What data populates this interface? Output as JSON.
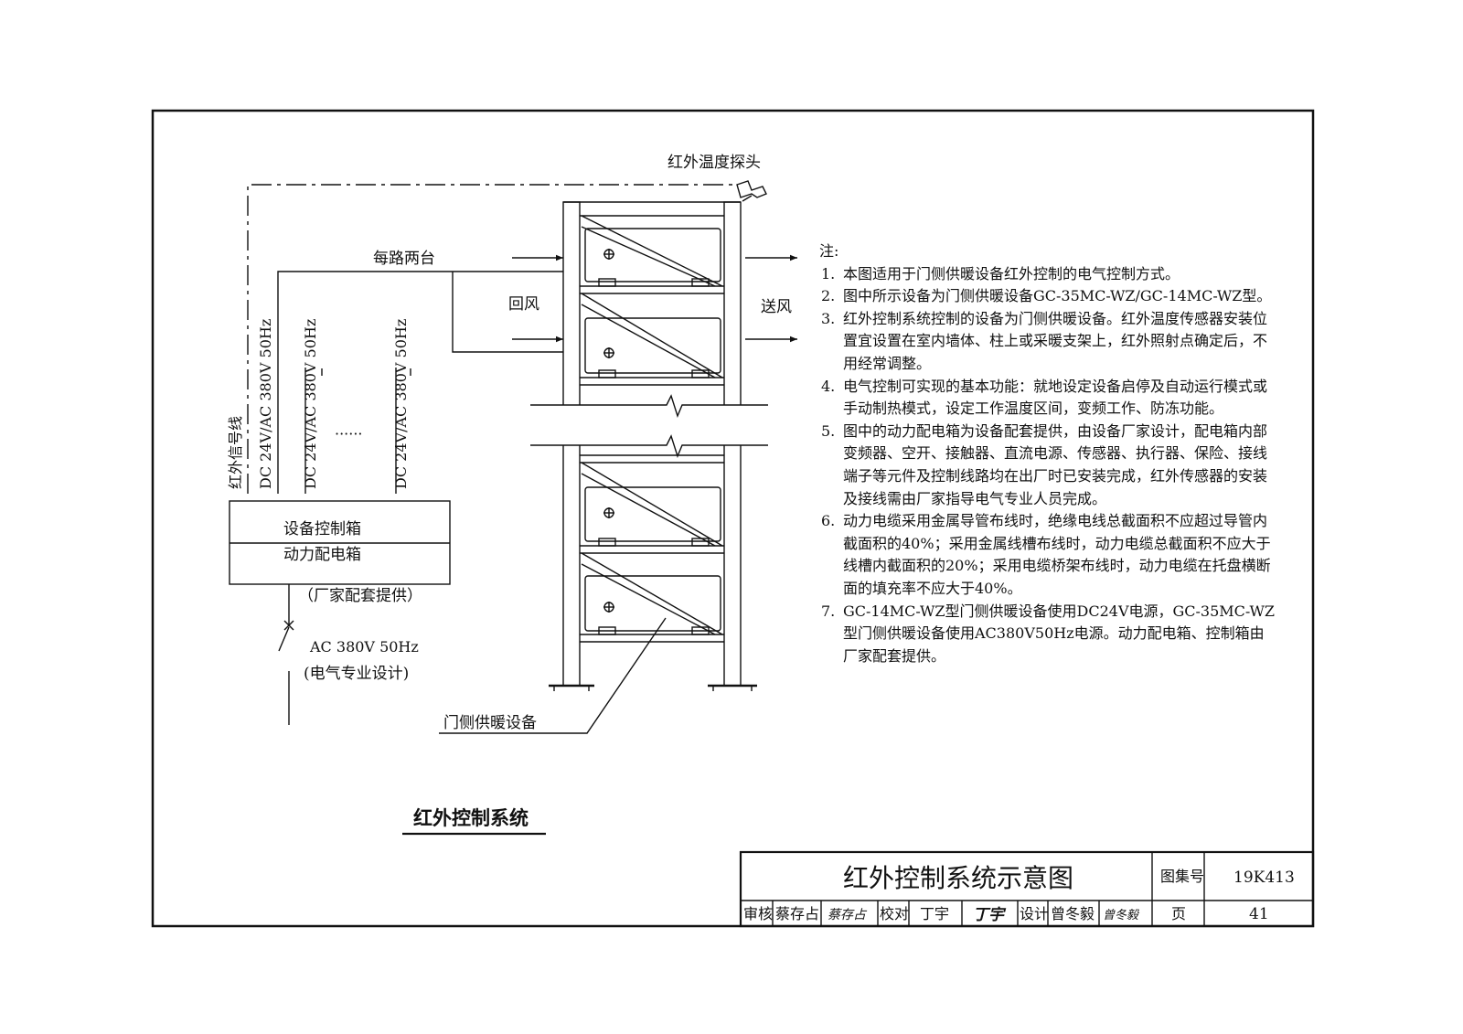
{
  "diagram": {
    "probe_label": "红外温度探头",
    "each_two_label": "每路两台",
    "return_air_label": "回风",
    "supply_air_label": "送风",
    "cable_ir_signal": "红外信号线",
    "cable_1": "DC 24V/AC 380V 50Hz",
    "cable_2": "DC 24V/AC 380V 50Hz",
    "cable_3": "DC 24V/AC 380V 50Hz",
    "ellipsis": "······",
    "control_box": "设备控制箱",
    "power_box": "动力配电箱",
    "vendor_supply": "（厂家配套提供）",
    "power_supply": "AC 380V 50Hz",
    "electrical_design": "(电气专业设计)",
    "equipment_label": "门侧供暖设备",
    "caption": "红外控制系统"
  },
  "notes": {
    "heading": "注:",
    "items": [
      {
        "num": "1.",
        "text": "本图适用于门侧供暖设备红外控制的电气控制方式。"
      },
      {
        "num": "2.",
        "text": "图中所示设备为门侧供暖设备GC-35MC-WZ/GC-14MC-WZ型。"
      },
      {
        "num": "3.",
        "text": "红外控制系统控制的设备为门侧供暖设备。红外温度传感器安装位置宜设置在室内墙体、柱上或采暖支架上，红外照射点确定后，不用经常调整。"
      },
      {
        "num": "4.",
        "text": "电气控制可实现的基本功能：就地设定设备启停及自动运行模式或手动制热模式，设定工作温度区间，变频工作、防冻功能。"
      },
      {
        "num": "5.",
        "text": "图中的动力配电箱为设备配套提供，由设备厂家设计，配电箱内部变频器、空开、接触器、直流电源、传感器、执行器、保险、接线端子等元件及控制线路均在出厂时已安装完成，红外传感器的安装及接线需由厂家指导电气专业人员完成。"
      },
      {
        "num": "6.",
        "text": "动力电缆采用金属导管布线时，绝缘电线总截面积不应超过导管内截面积的40%；采用金属线槽布线时，动力电缆总截面积不应大于线槽内截面积的20%；采用电缆桥架布线时，动力电缆在托盘横断面的填充率不应大于40%。"
      },
      {
        "num": "7.",
        "text": "GC-14MC-WZ型门侧供暖设备使用DC24V电源，GC-35MC-WZ型门侧供暖设备使用AC380V50Hz电源。动力配电箱、控制箱由厂家配套提供。"
      }
    ]
  },
  "title_block": {
    "title": "红外控制系统示意图",
    "atlas_label": "图集号",
    "atlas_no": "19K413",
    "review_label": "审核",
    "reviewer": "蔡存占",
    "reviewer_sign": "蔡存占",
    "check_label": "校对",
    "checker": "丁宇",
    "checker_sign": "丁宇",
    "design_label": "设计",
    "designer": "曾冬毅",
    "designer_sign": "曾冬毅",
    "page_label": "页",
    "page_no": "41"
  }
}
